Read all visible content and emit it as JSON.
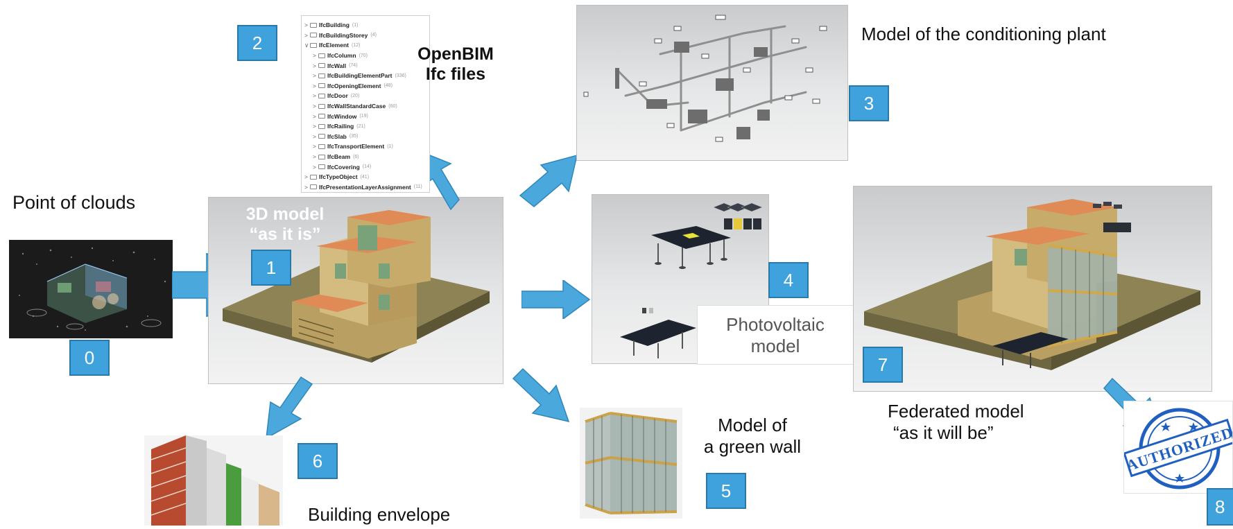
{
  "labels": {
    "point_of_clouds": "Point of clouds",
    "model_as_is_line1": "3D model",
    "model_as_is_line2": "“as it is”",
    "openbim_line1": "OpenBIM",
    "openbim_line2": "Ifc files",
    "conditioning": "Model of the conditioning plant",
    "photovoltaic_line1": "Photovoltaic",
    "photovoltaic_line2": "model",
    "green_wall_line1": "Model of",
    "green_wall_line2": "a green wall",
    "federated_line1": "Federated model",
    "federated_line2": "“as it will be”",
    "envelope": "Building envelope",
    "stamp_text": "AUTHORIZED"
  },
  "badges": [
    "0",
    "1",
    "2",
    "3",
    "4",
    "5",
    "6",
    "7",
    "8"
  ],
  "ifc_tree": [
    {
      "name": "IfcBuilding",
      "count": "(1)",
      "level": 0,
      "open": false
    },
    {
      "name": "IfcBuildingStorey",
      "count": "(4)",
      "level": 0,
      "open": false
    },
    {
      "name": "IfcElement",
      "count": "(12)",
      "level": 0,
      "open": true
    },
    {
      "name": "IfcColumn",
      "count": "(70)",
      "level": 1,
      "open": false
    },
    {
      "name": "IfcWall",
      "count": "(74)",
      "level": 1,
      "open": false
    },
    {
      "name": "IfcBuildingElementPart",
      "count": "(336)",
      "level": 1,
      "open": false
    },
    {
      "name": "IfcOpeningElement",
      "count": "(48)",
      "level": 1,
      "open": false
    },
    {
      "name": "IfcDoor",
      "count": "(20)",
      "level": 1,
      "open": false
    },
    {
      "name": "IfcWallStandardCase",
      "count": "(60)",
      "level": 1,
      "open": false
    },
    {
      "name": "IfcWindow",
      "count": "(19)",
      "level": 1,
      "open": false
    },
    {
      "name": "IfcRailing",
      "count": "(21)",
      "level": 1,
      "open": false
    },
    {
      "name": "IfcSlab",
      "count": "(35)",
      "level": 1,
      "open": false
    },
    {
      "name": "IfcTransportElement",
      "count": "(1)",
      "level": 1,
      "open": false
    },
    {
      "name": "IfcBeam",
      "count": "(6)",
      "level": 1,
      "open": false
    },
    {
      "name": "IfcCovering",
      "count": "(14)",
      "level": 1,
      "open": false
    },
    {
      "name": "IfcTypeObject",
      "count": "(41)",
      "level": 0,
      "open": false
    },
    {
      "name": "IfcPresentationLayerAssignment",
      "count": "(11)",
      "level": 0,
      "open": false
    }
  ],
  "colors": {
    "badge_blue": "#3fa2dd",
    "arrow_blue": "#4aa8dc",
    "building_wall": "#c9ae6e",
    "roof_orange": "#e08a55",
    "ground": "#8d8355",
    "stamp_blue": "#1f5fbf"
  }
}
